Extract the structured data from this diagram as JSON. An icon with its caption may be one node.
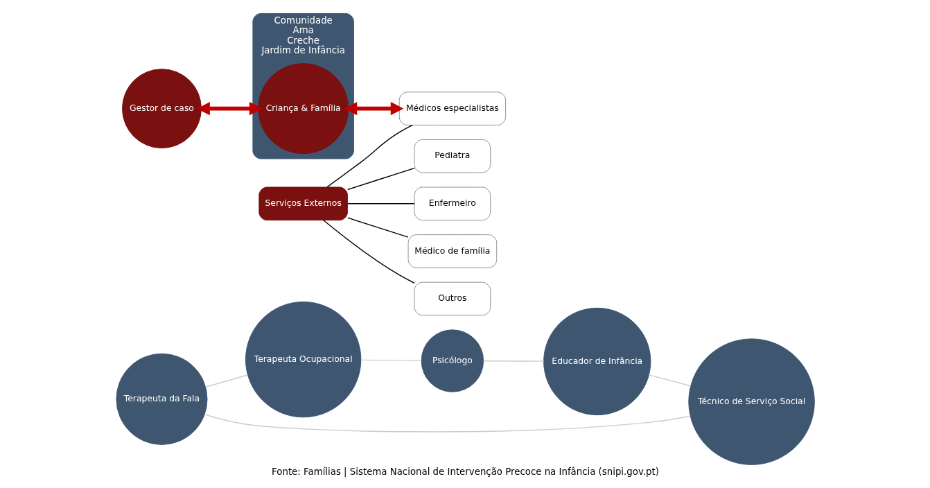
{
  "diagram": {
    "caption": "Fonte: Famílias | Sistema Nacional de Intervenção Precoce na Infância (snipi.gov.pt)",
    "nodes": [
      {
        "text": [
          "Terapeuta da Fala"
        ]
      },
      {
        "text": [
          "Técnico de Serviço Social"
        ]
      },
      {
        "text": [
          "Terapeuta Ocupacional"
        ]
      },
      {
        "text": [
          "Gestor de caso"
        ]
      },
      {
        "text": [
          "Educador de Infância"
        ]
      },
      {
        "text": [
          "Psicólogo"
        ]
      },
      {
        "text": [
          "Comunidade",
          "Ama",
          "Creche",
          "Jardim de Infância"
        ]
      },
      {
        "text": [
          "Criança & Família"
        ],
        "in": 6
      },
      {
        "text": [
          "Serviços Externos"
        ]
      },
      {
        "text": [
          "Pediatra"
        ]
      },
      {
        "text": [
          "Enfermeiro"
        ]
      },
      {
        "text": [
          "Médicos especialistas"
        ]
      },
      {
        "text": [
          "Médico de família"
        ]
      },
      {
        "text": [
          "Outros"
        ]
      }
    ],
    "edges": [
      {
        "from": 0,
        "to": 2,
        "arrow": "none",
        "color": "#c9ccd1"
      },
      {
        "from": 2,
        "to": 5,
        "arrow": "none",
        "color": "#c9ccd1"
      },
      {
        "from": 5,
        "to": 4,
        "arrow": "none",
        "color": "#c9ccd1"
      },
      {
        "from": 4,
        "to": 1,
        "arrow": "none",
        "color": "#c9ccd1"
      },
      {
        "from": 1,
        "to": 0,
        "arrow": "none",
        "color": "#c9ccd1"
      },
      {
        "from": 3,
        "to": 7,
        "arrow": "both",
        "style": "thick",
        "color": "#c00000"
      },
      {
        "from": 7,
        "to": 11,
        "arrow": "both",
        "style": "thick",
        "color": "#c00000"
      },
      {
        "from": 8,
        "to": 9,
        "arrow": "none",
        "color": "#000000"
      },
      {
        "from": 8,
        "to": 10,
        "arrow": "none",
        "color": "#000000"
      },
      {
        "from": 8,
        "to": 11,
        "arrow": "none",
        "color": "#000000"
      },
      {
        "from": 8,
        "to": 12,
        "arrow": "none",
        "color": "#000000"
      },
      {
        "from": 8,
        "to": 13,
        "arrow": "none",
        "color": "#000000"
      }
    ]
  }
}
